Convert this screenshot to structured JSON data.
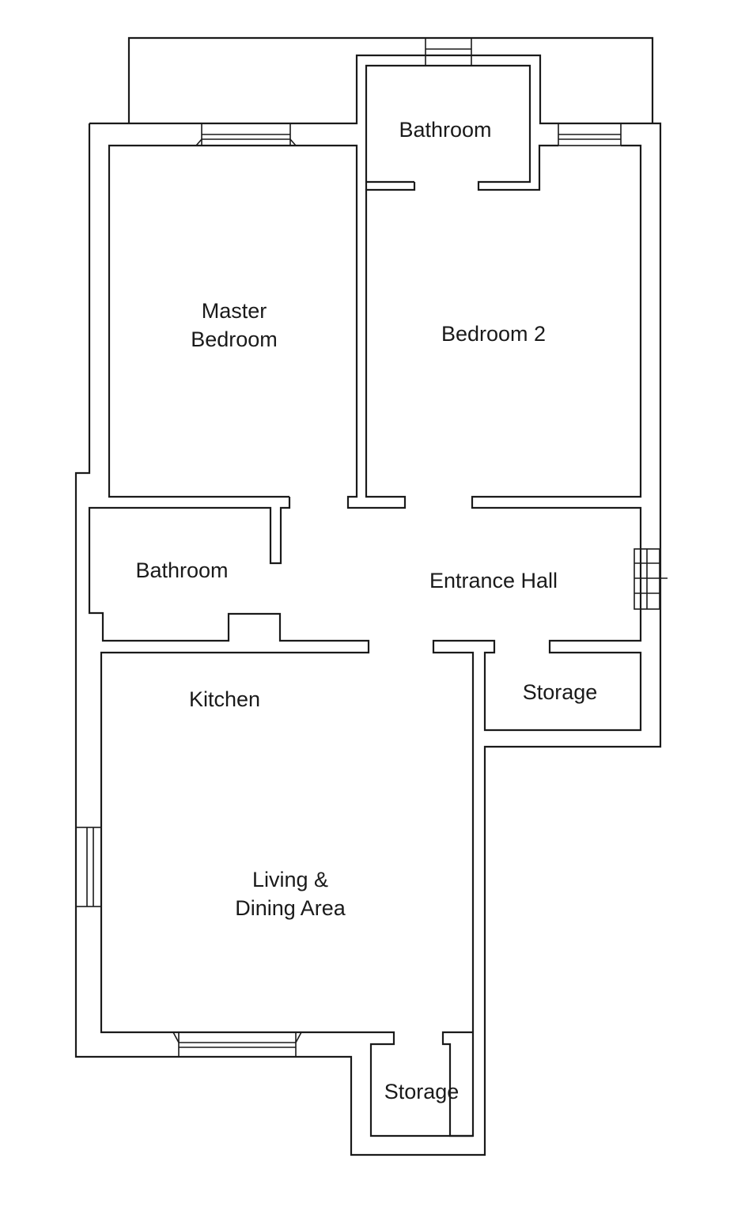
{
  "floor_plan": {
    "rooms": [
      {
        "id": "bathroom-top",
        "label": "Bathroom"
      },
      {
        "id": "master-bedroom",
        "label": "Master\nBedroom"
      },
      {
        "id": "bedroom-2",
        "label": "Bedroom 2"
      },
      {
        "id": "bathroom-left",
        "label": "Bathroom"
      },
      {
        "id": "entrance-hall",
        "label": "Entrance Hall"
      },
      {
        "id": "kitchen",
        "label": "Kitchen"
      },
      {
        "id": "storage-right",
        "label": "Storage"
      },
      {
        "id": "living-dining",
        "label": "Living &\nDining Area"
      },
      {
        "id": "storage-bottom",
        "label": "Storage"
      }
    ]
  }
}
